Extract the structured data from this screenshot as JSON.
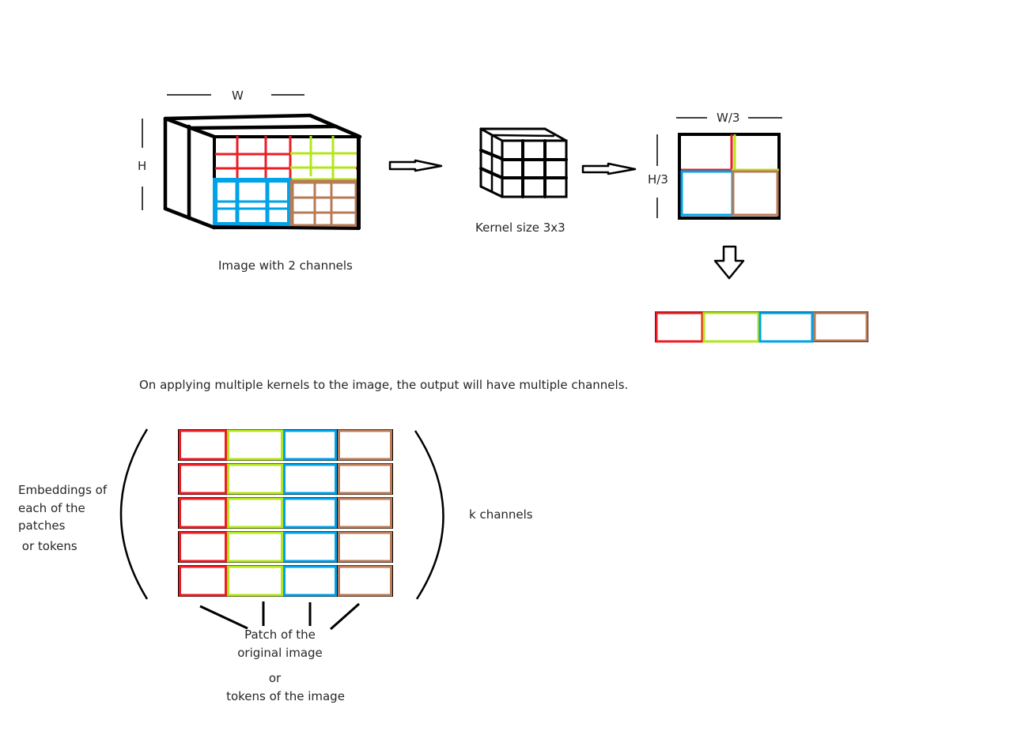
{
  "colors": {
    "patch1": "#ed1c24",
    "patch2": "#b5e61d",
    "patch3": "#00a2e8",
    "patch4": "#b97a57",
    "outline": "#000000"
  },
  "input_image": {
    "width_label": "W",
    "height_label": "H",
    "caption": "Image with 2 channels",
    "channels": 2,
    "grid": "6x6 split into four 3x3 patches"
  },
  "kernel": {
    "caption": "Kernel size 3x3",
    "size": "3x3"
  },
  "output": {
    "width_label": "W/3",
    "height_label": "H/3",
    "patches": [
      "red",
      "green",
      "blue",
      "brown"
    ]
  },
  "flatten": {
    "patches": [
      "red",
      "green",
      "blue",
      "brown"
    ]
  },
  "note": "On applying multiple kernels to the image, the output will have multiple channels.",
  "stack": {
    "rows": 5,
    "left_label": [
      "Embeddings of",
      "each of the",
      "patches",
      " or tokens"
    ],
    "right_label": "k channels",
    "bottom_label": [
      "Patch of the",
      "original image",
      "",
      "or",
      "tokens of the image"
    ]
  }
}
